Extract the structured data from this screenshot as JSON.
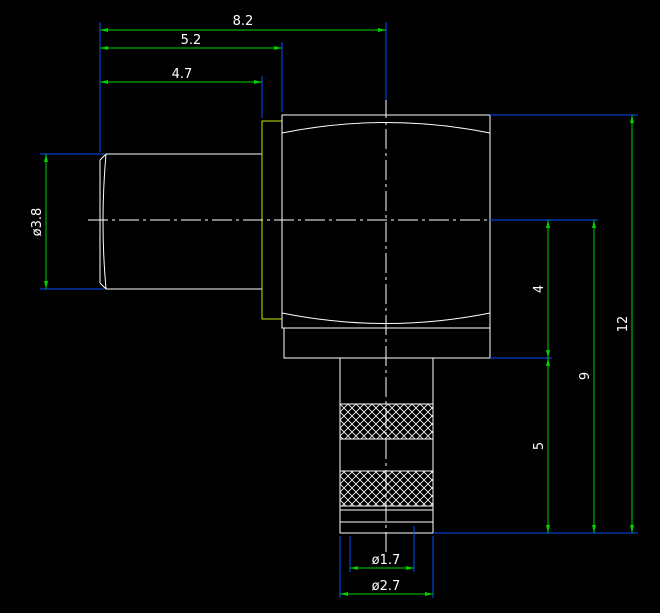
{
  "colors": {
    "background": "#000000",
    "outline": "#ffffff",
    "dimension": "#0050ff",
    "arrow": "#00d000",
    "highlight": "#c8e000"
  },
  "dimensions": {
    "length_8_2": "8.2",
    "length_5_2": "5.2",
    "length_4_7": "4.7",
    "diameter_3_8": "ø3.8",
    "height_12": "12",
    "height_9": "9",
    "height_4": "4",
    "height_5": "5",
    "diameter_1_7": "ø1.7",
    "diameter_2_7": "ø2.7"
  }
}
